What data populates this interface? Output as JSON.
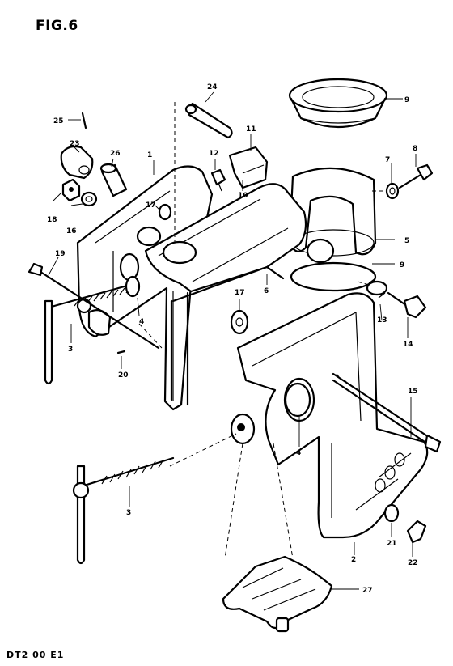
{
  "figure": {
    "title": "FIG.6",
    "code": "DT2 00 E1"
  },
  "callouts": [
    {
      "id": "c1",
      "label": "1"
    },
    {
      "id": "c2",
      "label": "2"
    },
    {
      "id": "c3a",
      "label": "3"
    },
    {
      "id": "c3b",
      "label": "3"
    },
    {
      "id": "c4a",
      "label": "4"
    },
    {
      "id": "c4b",
      "label": "4"
    },
    {
      "id": "c5",
      "label": "5"
    },
    {
      "id": "c6",
      "label": "6"
    },
    {
      "id": "c7",
      "label": "7"
    },
    {
      "id": "c8",
      "label": "8"
    },
    {
      "id": "c9a",
      "label": "9"
    },
    {
      "id": "c9b",
      "label": "9"
    },
    {
      "id": "c10",
      "label": "10"
    },
    {
      "id": "c11",
      "label": "11"
    },
    {
      "id": "c12",
      "label": "12"
    },
    {
      "id": "c13",
      "label": "13"
    },
    {
      "id": "c14",
      "label": "14"
    },
    {
      "id": "c15",
      "label": "15"
    },
    {
      "id": "c16",
      "label": "16"
    },
    {
      "id": "c17a",
      "label": "17"
    },
    {
      "id": "c17b",
      "label": "17"
    },
    {
      "id": "c18",
      "label": "18"
    },
    {
      "id": "c19",
      "label": "19"
    },
    {
      "id": "c20",
      "label": "20"
    },
    {
      "id": "c21",
      "label": "21"
    },
    {
      "id": "c22",
      "label": "22"
    },
    {
      "id": "c23",
      "label": "23"
    },
    {
      "id": "c24",
      "label": "24"
    },
    {
      "id": "c25",
      "label": "25"
    },
    {
      "id": "c26",
      "label": "26"
    },
    {
      "id": "c27",
      "label": "27"
    }
  ]
}
